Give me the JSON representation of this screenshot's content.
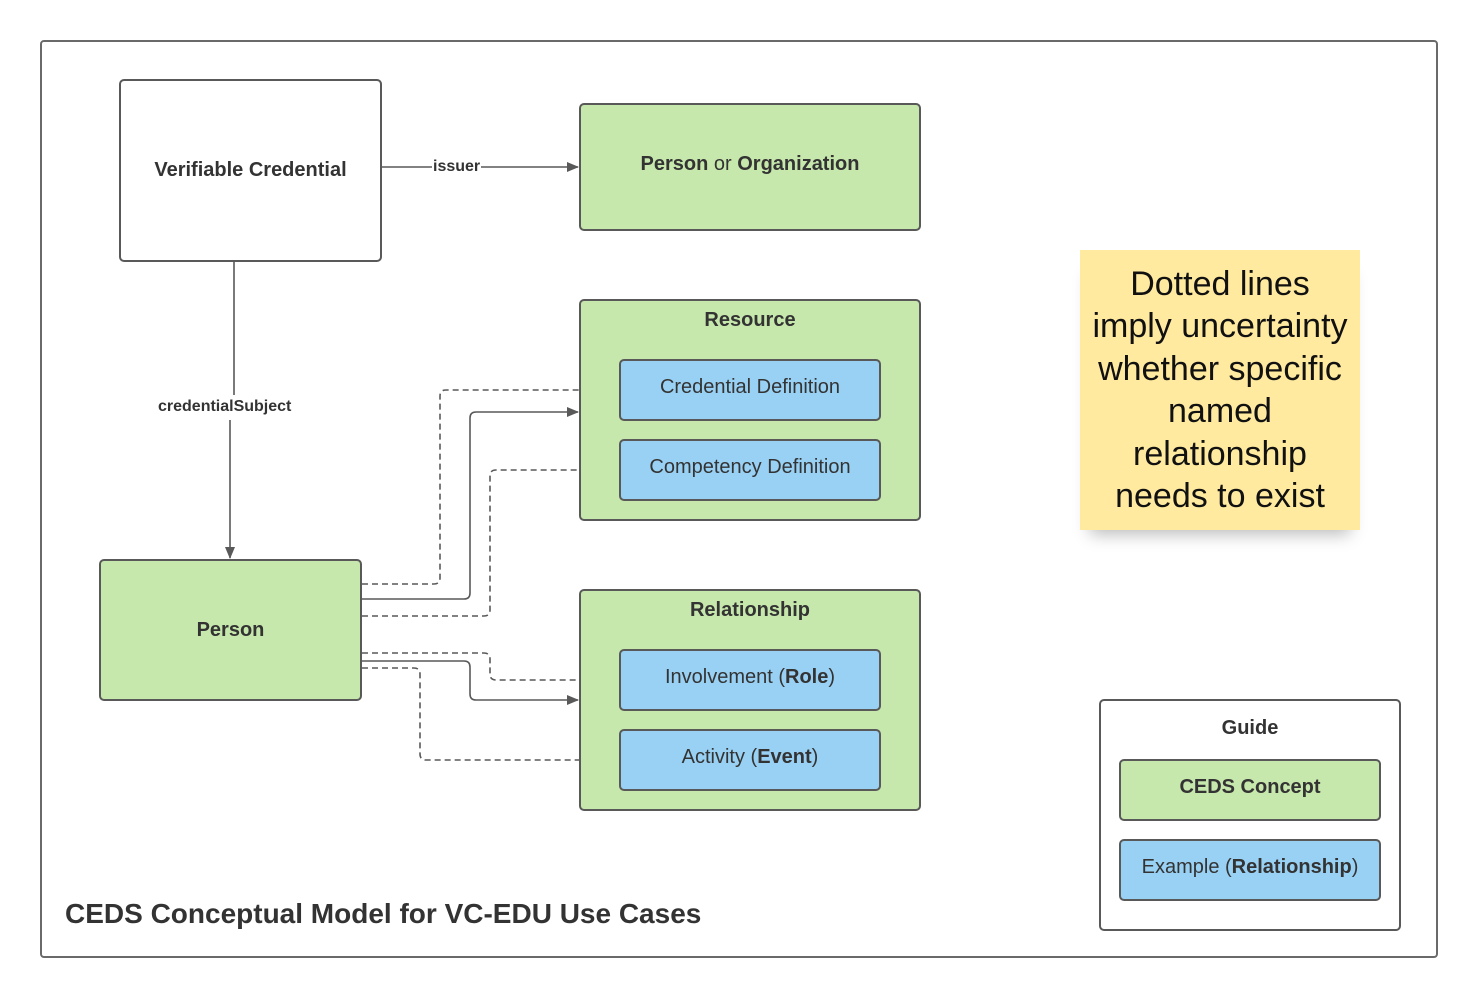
{
  "diagram": {
    "title": "CEDS Conceptual Model for VC-EDU Use Cases",
    "nodes": {
      "verifiable_credential": "Verifiable Credential",
      "issuer_target": {
        "part1": "Person",
        "connector": " or ",
        "part2": "Organization"
      },
      "person": "Person",
      "resource": {
        "title": "Resource",
        "items": [
          "Credential Definition",
          "Competency Definition"
        ]
      },
      "relationship": {
        "title": "Relationship",
        "involvement": {
          "text": "Involvement (",
          "bold": "Role",
          "close": ")"
        },
        "activity": {
          "text": "Activity (",
          "bold": "Event",
          "close": ")"
        }
      }
    },
    "edges": {
      "issuer": "issuer",
      "credential_subject": "credentialSubject"
    },
    "note": [
      "Dotted lines",
      "imply uncertainty",
      "whether specific",
      "named",
      "relationship",
      "needs to exist"
    ],
    "guide": {
      "title": "Guide",
      "concept": "CEDS Concept",
      "example": {
        "text": "Example (",
        "bold": "Relationship",
        "close": ")"
      }
    },
    "colors": {
      "concept_green": "#c7e8ac",
      "example_blue": "#99d1f4",
      "note_yellow": "#ffeaa0",
      "border_gray": "#595959"
    }
  }
}
